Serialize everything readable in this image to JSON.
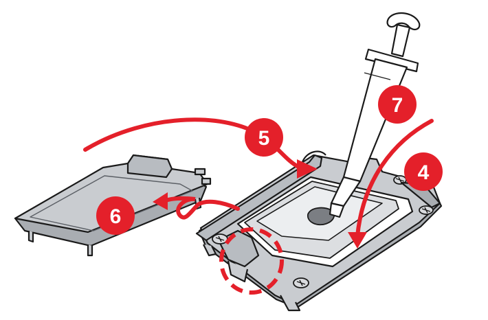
{
  "steps": [
    {
      "label": "5"
    },
    {
      "label": "6"
    },
    {
      "label": "7"
    },
    {
      "label": "4"
    }
  ],
  "colors": {
    "accent": "#e4202a",
    "metal_light": "#c9ccd0",
    "metal_mid": "#a9adb2",
    "metal_dark": "#8c9096",
    "outline": "#1a1a1a",
    "thermal_paste": "#7b7e83",
    "background": "#ffffff"
  },
  "icons": {
    "syringe": "thermal-paste-syringe-icon",
    "socket": "cpu-socket-icon",
    "cover": "socket-protective-cover-icon"
  }
}
